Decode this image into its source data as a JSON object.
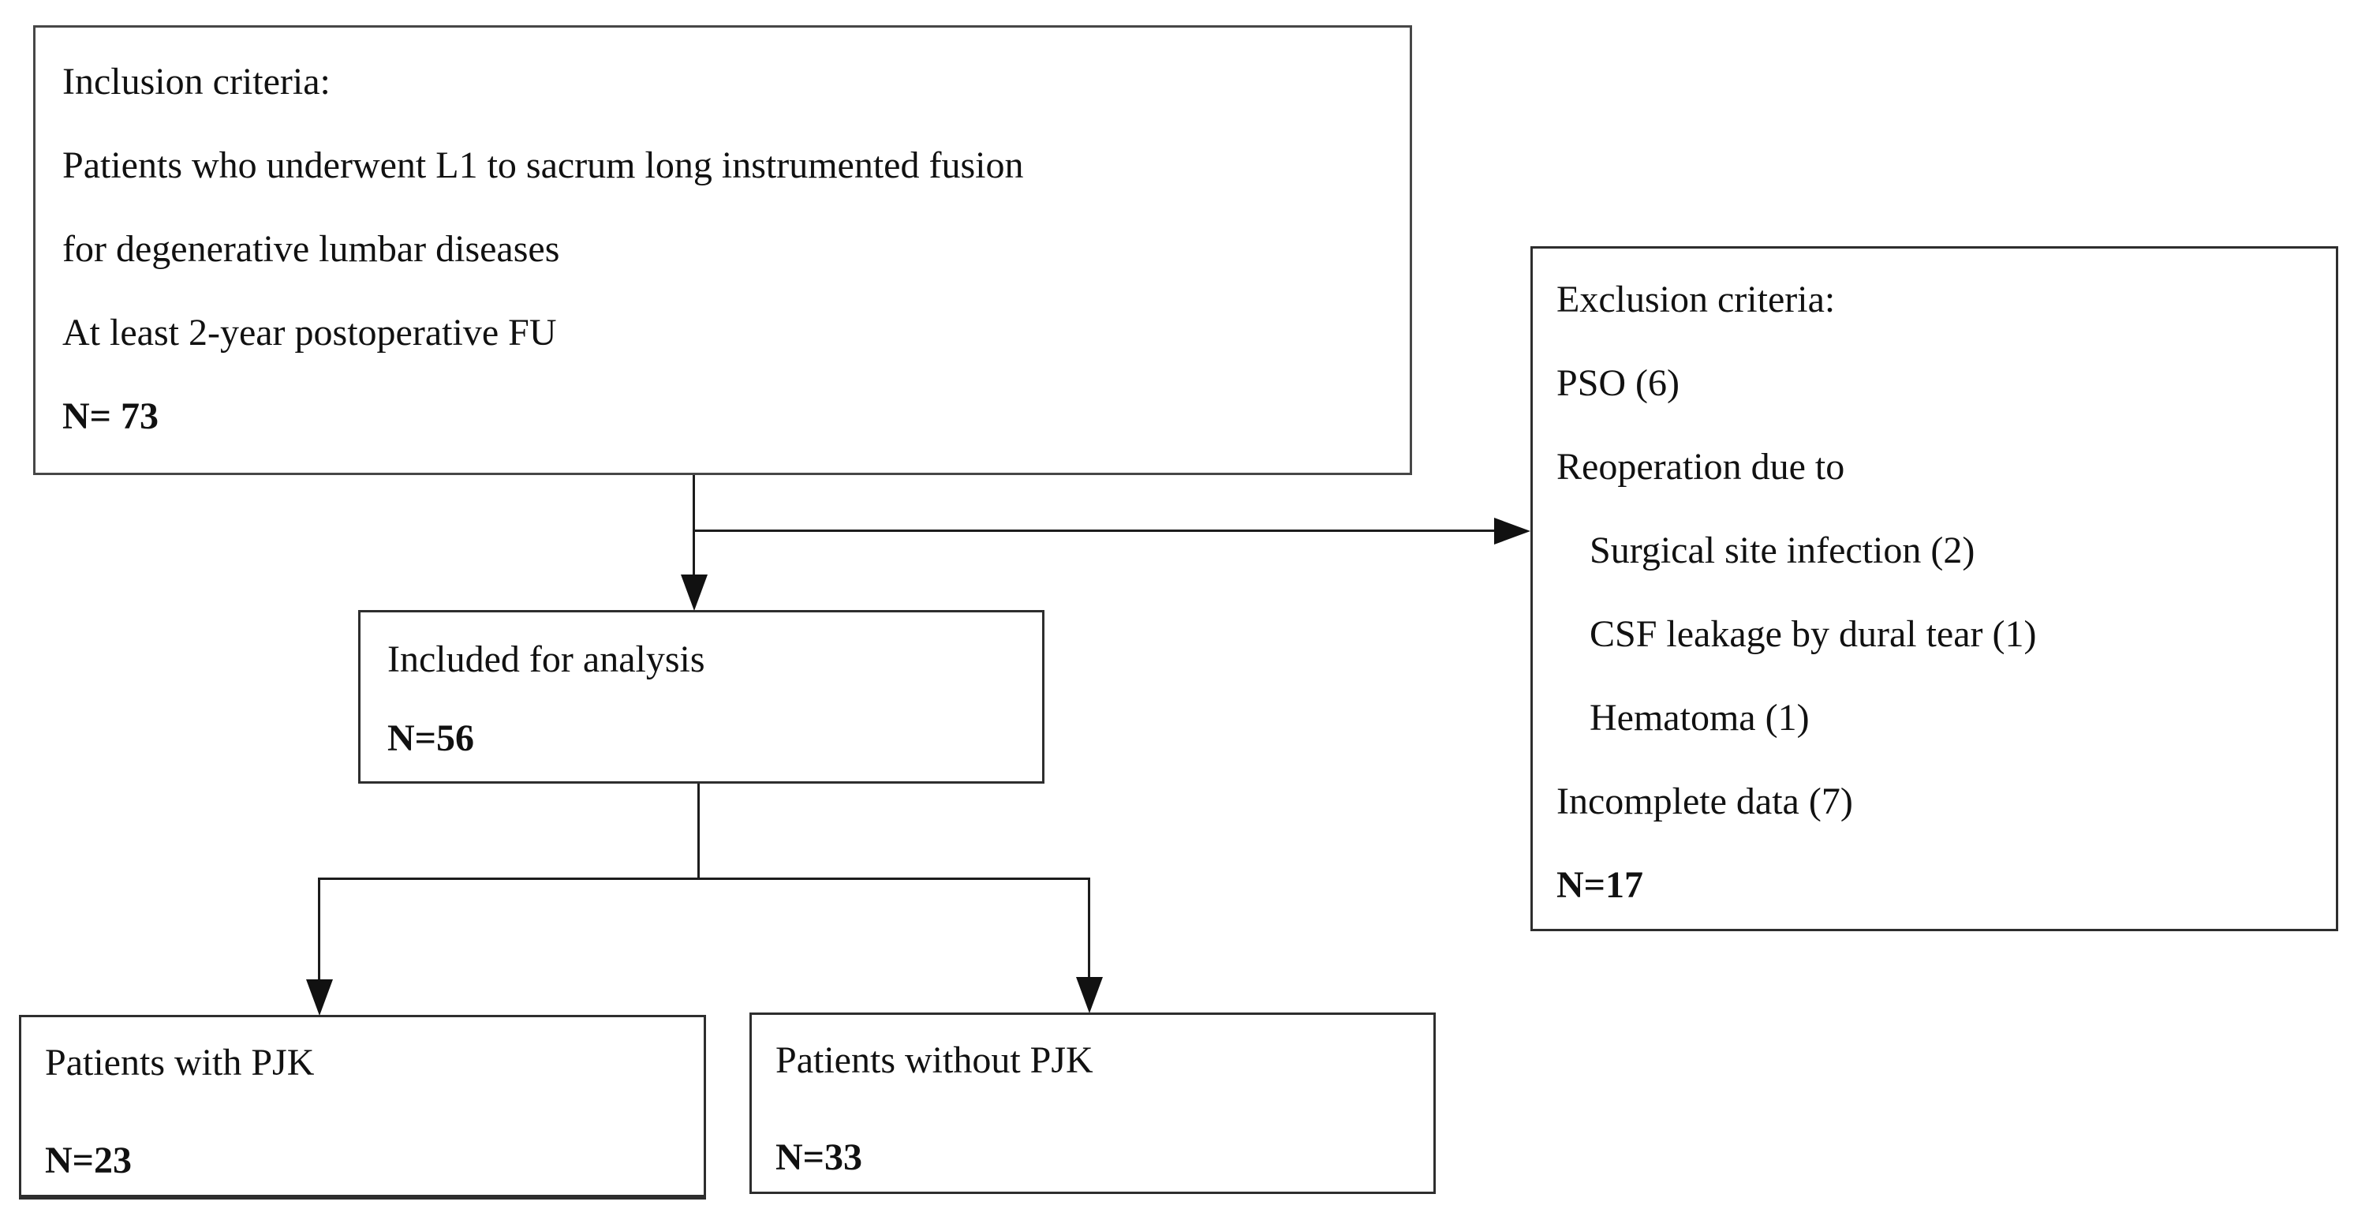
{
  "figure": {
    "background_color": "#ffffff",
    "line_color": "#1c1c1c",
    "text_color": "#111111",
    "boxes": {
      "inclusion": {
        "lines": [
          "Inclusion criteria:",
          "Patients who underwent L1 to sacrum long instrumented fusion",
          "for degenerative lumbar diseases",
          "At least 2-year postoperative FU"
        ],
        "count": "N= 73"
      },
      "exclusion": {
        "title": "Exclusion criteria:",
        "items": [
          "PSO (6)",
          "Reoperation due to",
          "Surgical site infection (2)",
          "CSF leakage by dural tear (1)",
          "Hematoma (1)",
          "Incomplete data (7)"
        ],
        "count": "N=17"
      },
      "included": {
        "label": "Included for analysis",
        "count": "N=56"
      },
      "with_pjk": {
        "label": "Patients with PJK",
        "count": "N=23"
      },
      "without_pjk": {
        "label": "Patients without PJK",
        "count": "N=33"
      }
    }
  }
}
